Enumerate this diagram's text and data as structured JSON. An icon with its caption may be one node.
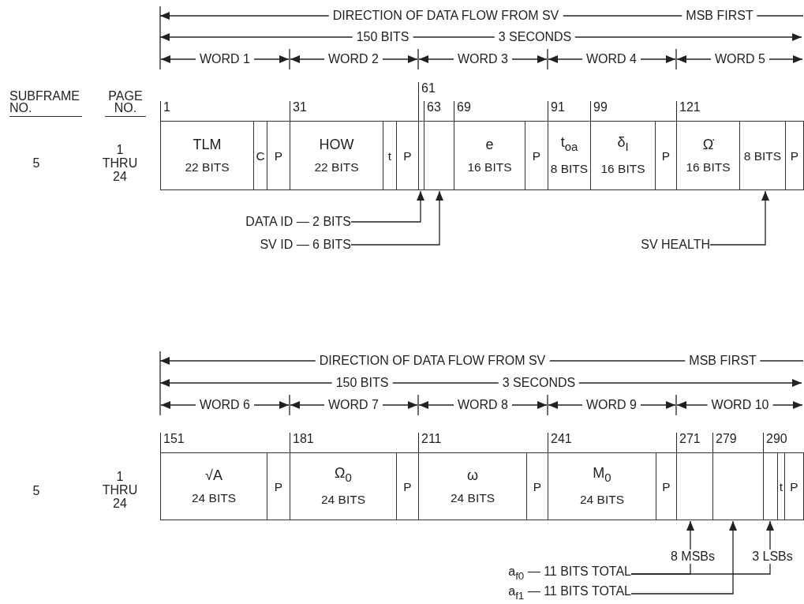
{
  "diagram": {
    "nodes": [
      {
        "text": [
          "TLM",
          "22 BITS"
        ],
        "beside": [
          "1"
        ]
      },
      {
        "text": [
          "C"
        ]
      },
      {
        "text": [
          "P"
        ]
      },
      {
        "text": [
          "HOW",
          "22 BITS"
        ],
        "beside": [
          "31"
        ]
      },
      {
        "text": [
          "t"
        ]
      },
      {
        "text": [
          "P"
        ]
      },
      {
        "text": [],
        "shape": "box",
        "beside": [
          "61"
        ]
      },
      {
        "text": [],
        "shape": "box",
        "beside": [
          "63"
        ]
      },
      {
        "text": [
          "e",
          "16 BITS"
        ],
        "beside": [
          "69"
        ]
      },
      {
        "text": [
          "P"
        ]
      },
      {
        "text": [
          "t$_{oa}$",
          "8 BITS"
        ],
        "beside": [
          "91"
        ]
      },
      {
        "text": [
          "δ$_{I}$",
          "16 BITS"
        ],
        "beside": [
          "99"
        ]
      },
      {
        "text": [
          "P"
        ]
      },
      {
        "text": [
          "Ω̇",
          "16 BITS"
        ],
        "beside": [
          "121"
        ]
      },
      {
        "text": [
          "8 BITS"
        ]
      },
      {
        "text": [
          "P"
        ]
      },
      {
        "text": [
          "DATA ID — 2 BITS"
        ]
      },
      {
        "text": [
          "SV ID — 6 BITS"
        ]
      },
      {
        "text": [
          "SV HEALTH"
        ]
      },
      {
        "text": [
          "√A",
          "24 BITS"
        ],
        "beside": [
          "151"
        ]
      },
      {
        "text": [
          "P"
        ]
      },
      {
        "text": [
          "Ω$_{0}$",
          "24 BITS"
        ],
        "beside": [
          "181"
        ]
      },
      {
        "text": [
          "P"
        ]
      },
      {
        "text": [
          "ω",
          "24 BITS"
        ],
        "beside": [
          "211"
        ]
      },
      {
        "text": [
          "P"
        ]
      },
      {
        "text": [
          "M$_{0}$",
          "24 BITS"
        ],
        "beside": [
          "241"
        ]
      },
      {
        "text": [
          "P"
        ]
      },
      {
        "text": [],
        "shape": "box",
        "beside": [
          "271"
        ]
      },
      {
        "text": [],
        "shape": "box",
        "beside": [
          "279"
        ]
      },
      {
        "text": [],
        "shape": "box",
        "beside": [
          "290"
        ]
      },
      {
        "text": [
          "t"
        ]
      },
      {
        "text": [
          "P"
        ]
      },
      {
        "text": [
          "a$_{f0}$ — 11 BITS TOTAL"
        ]
      },
      {
        "text": [
          "a$_{f1}$ — 11 BITS TOTAL"
        ]
      }
    ],
    "edges": [
      {
        "from": 16,
        "to": 6,
        "arrow": "to"
      },
      {
        "from": 17,
        "to": 7,
        "arrow": "to"
      },
      {
        "from": 18,
        "to": 14,
        "arrow": "to"
      },
      {
        "from": 32,
        "to": 27,
        "arrow": "to",
        "label": "8 MSBs"
      },
      {
        "from": 32,
        "to": 29,
        "arrow": "to",
        "label": "3 LSBs"
      },
      {
        "from": 33,
        "to": 28,
        "arrow": "to"
      }
    ],
    "labels": [
      "DIRECTION OF DATA FLOW FROM SV",
      "MSB FIRST",
      "150 BITS",
      "3 SECONDS",
      "WORD 1",
      "WORD 2",
      "WORD 3",
      "WORD 4",
      "WORD 5",
      "SUBFRAME NO.",
      "PAGE NO.",
      "5",
      "1 THRU 24",
      "DIRECTION OF DATA FLOW FROM SV",
      "MSB FIRST",
      "150 BITS",
      "3 SECONDS",
      "WORD 6",
      "WORD 7",
      "WORD 8",
      "WORD 9",
      "WORD 10",
      "5",
      "1 THRU 24"
    ]
  }
}
